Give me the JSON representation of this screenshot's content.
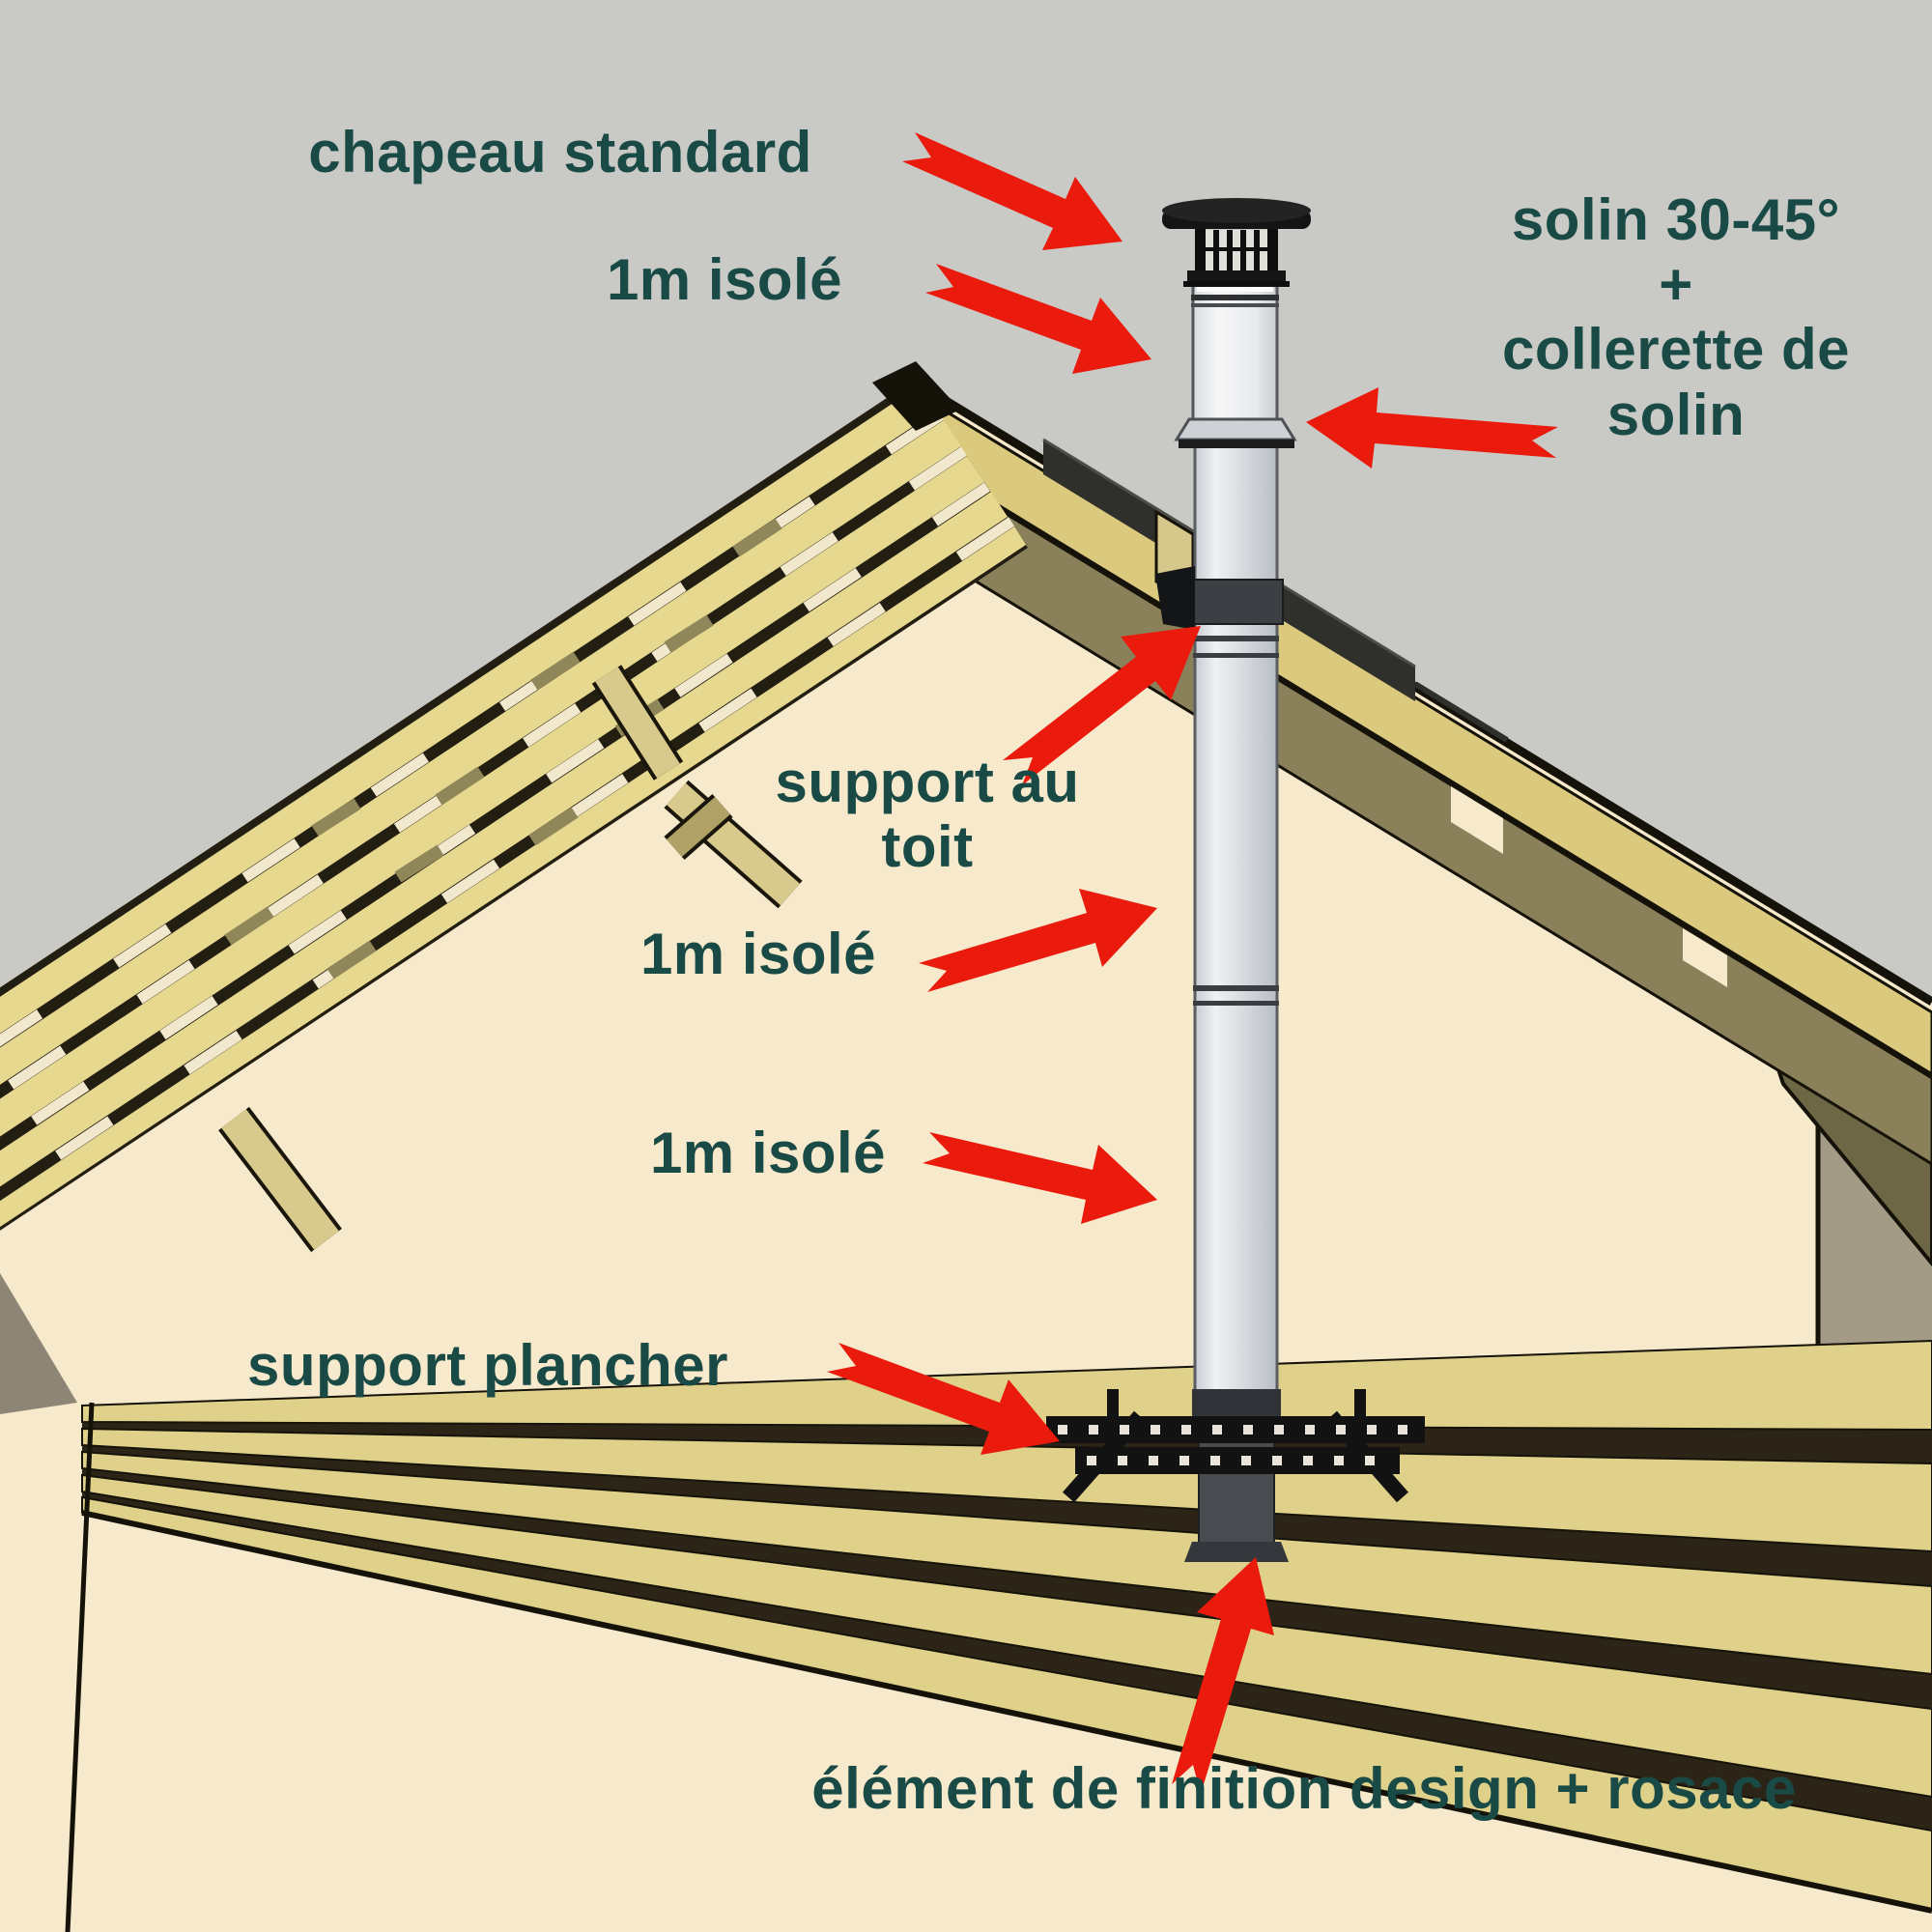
{
  "diagram": {
    "labels": {
      "chapeau_standard": "chapeau standard",
      "isole_haut": "1m isolé",
      "solin_ligne1": "solin 30-45°",
      "solin_ligne2": "+",
      "solin_ligne3": "collerette de",
      "solin_ligne4": "solin",
      "support_toit_ligne1": "support au",
      "support_toit_ligne2": "toit",
      "isole_milieu": "1m isolé",
      "isole_bas": "1m isolé",
      "support_plancher": "support plancher",
      "finition": "élément de finition design + rosace"
    },
    "colors": {
      "background": "#c9c9c6",
      "label_text": "#1a4a46",
      "arrow": "#ea1a0d",
      "wall_cream": "#f7e9cb",
      "wood_light": "#e6d88f",
      "wood_fascia": "#dbca7e",
      "wood_olive": "#8a815a",
      "side_wall": "#a39b86",
      "pipe_light": "#eff1f3",
      "pipe_dark": "#484c51",
      "cap_black": "#141414",
      "flashing_dark": "#2f2f2c"
    }
  }
}
